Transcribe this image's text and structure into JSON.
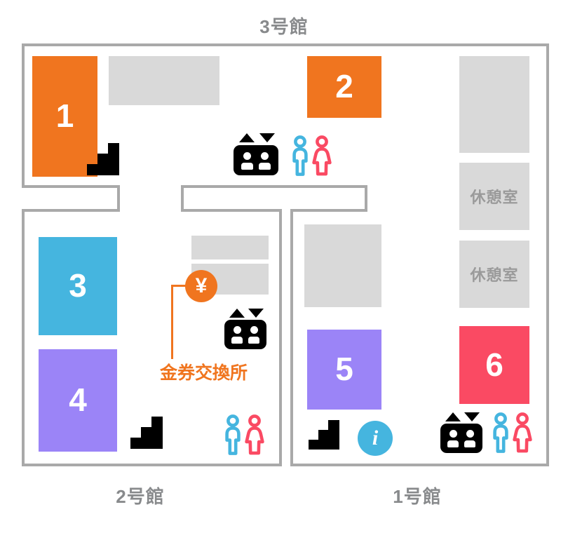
{
  "map": {
    "title": "floor-map",
    "buildings": [
      {
        "id": "bldg3",
        "label": "3号館"
      },
      {
        "id": "bldg2",
        "label": "2号館"
      },
      {
        "id": "bldg1",
        "label": "1号館"
      }
    ],
    "shops": [
      {
        "id": "shop1",
        "number": "1",
        "color": "#f0751f"
      },
      {
        "id": "shop2",
        "number": "2",
        "color": "#f0751f"
      },
      {
        "id": "shop3",
        "number": "3",
        "color": "#45b5df"
      },
      {
        "id": "shop4",
        "number": "4",
        "color": "#9b84f7"
      },
      {
        "id": "shop5",
        "number": "5",
        "color": "#9b84f7"
      },
      {
        "id": "shop6",
        "number": "6",
        "color": "#fa4a63"
      }
    ],
    "rooms": [
      {
        "id": "blank-room-top",
        "label": ""
      },
      {
        "id": "blank-room-right-top",
        "label": ""
      },
      {
        "id": "rest-room-1",
        "label": "休憩室"
      },
      {
        "id": "rest-room-2",
        "label": "休憩室"
      },
      {
        "id": "blank-room-mid-a",
        "label": ""
      },
      {
        "id": "blank-room-mid-b",
        "label": ""
      },
      {
        "id": "blank-room-b1",
        "label": ""
      }
    ],
    "callout": {
      "label": "金券交換所",
      "marker_glyph": "¥",
      "color": "#f0751f"
    },
    "icons": {
      "elevator": "elevator-icon",
      "stairs": "stairs-icon",
      "restroom_male": "restroom-male-icon",
      "restroom_female": "restroom-female-icon",
      "information": "information-icon",
      "information_glyph": "i"
    },
    "colors": {
      "orange": "#f0751f",
      "cyan": "#45b5df",
      "purple": "#9b84f7",
      "red": "#fa4a63",
      "grey_block": "#d9d9d9",
      "wall": "#a9a9a9",
      "label_grey": "#888a8c",
      "black": "#000000"
    }
  }
}
